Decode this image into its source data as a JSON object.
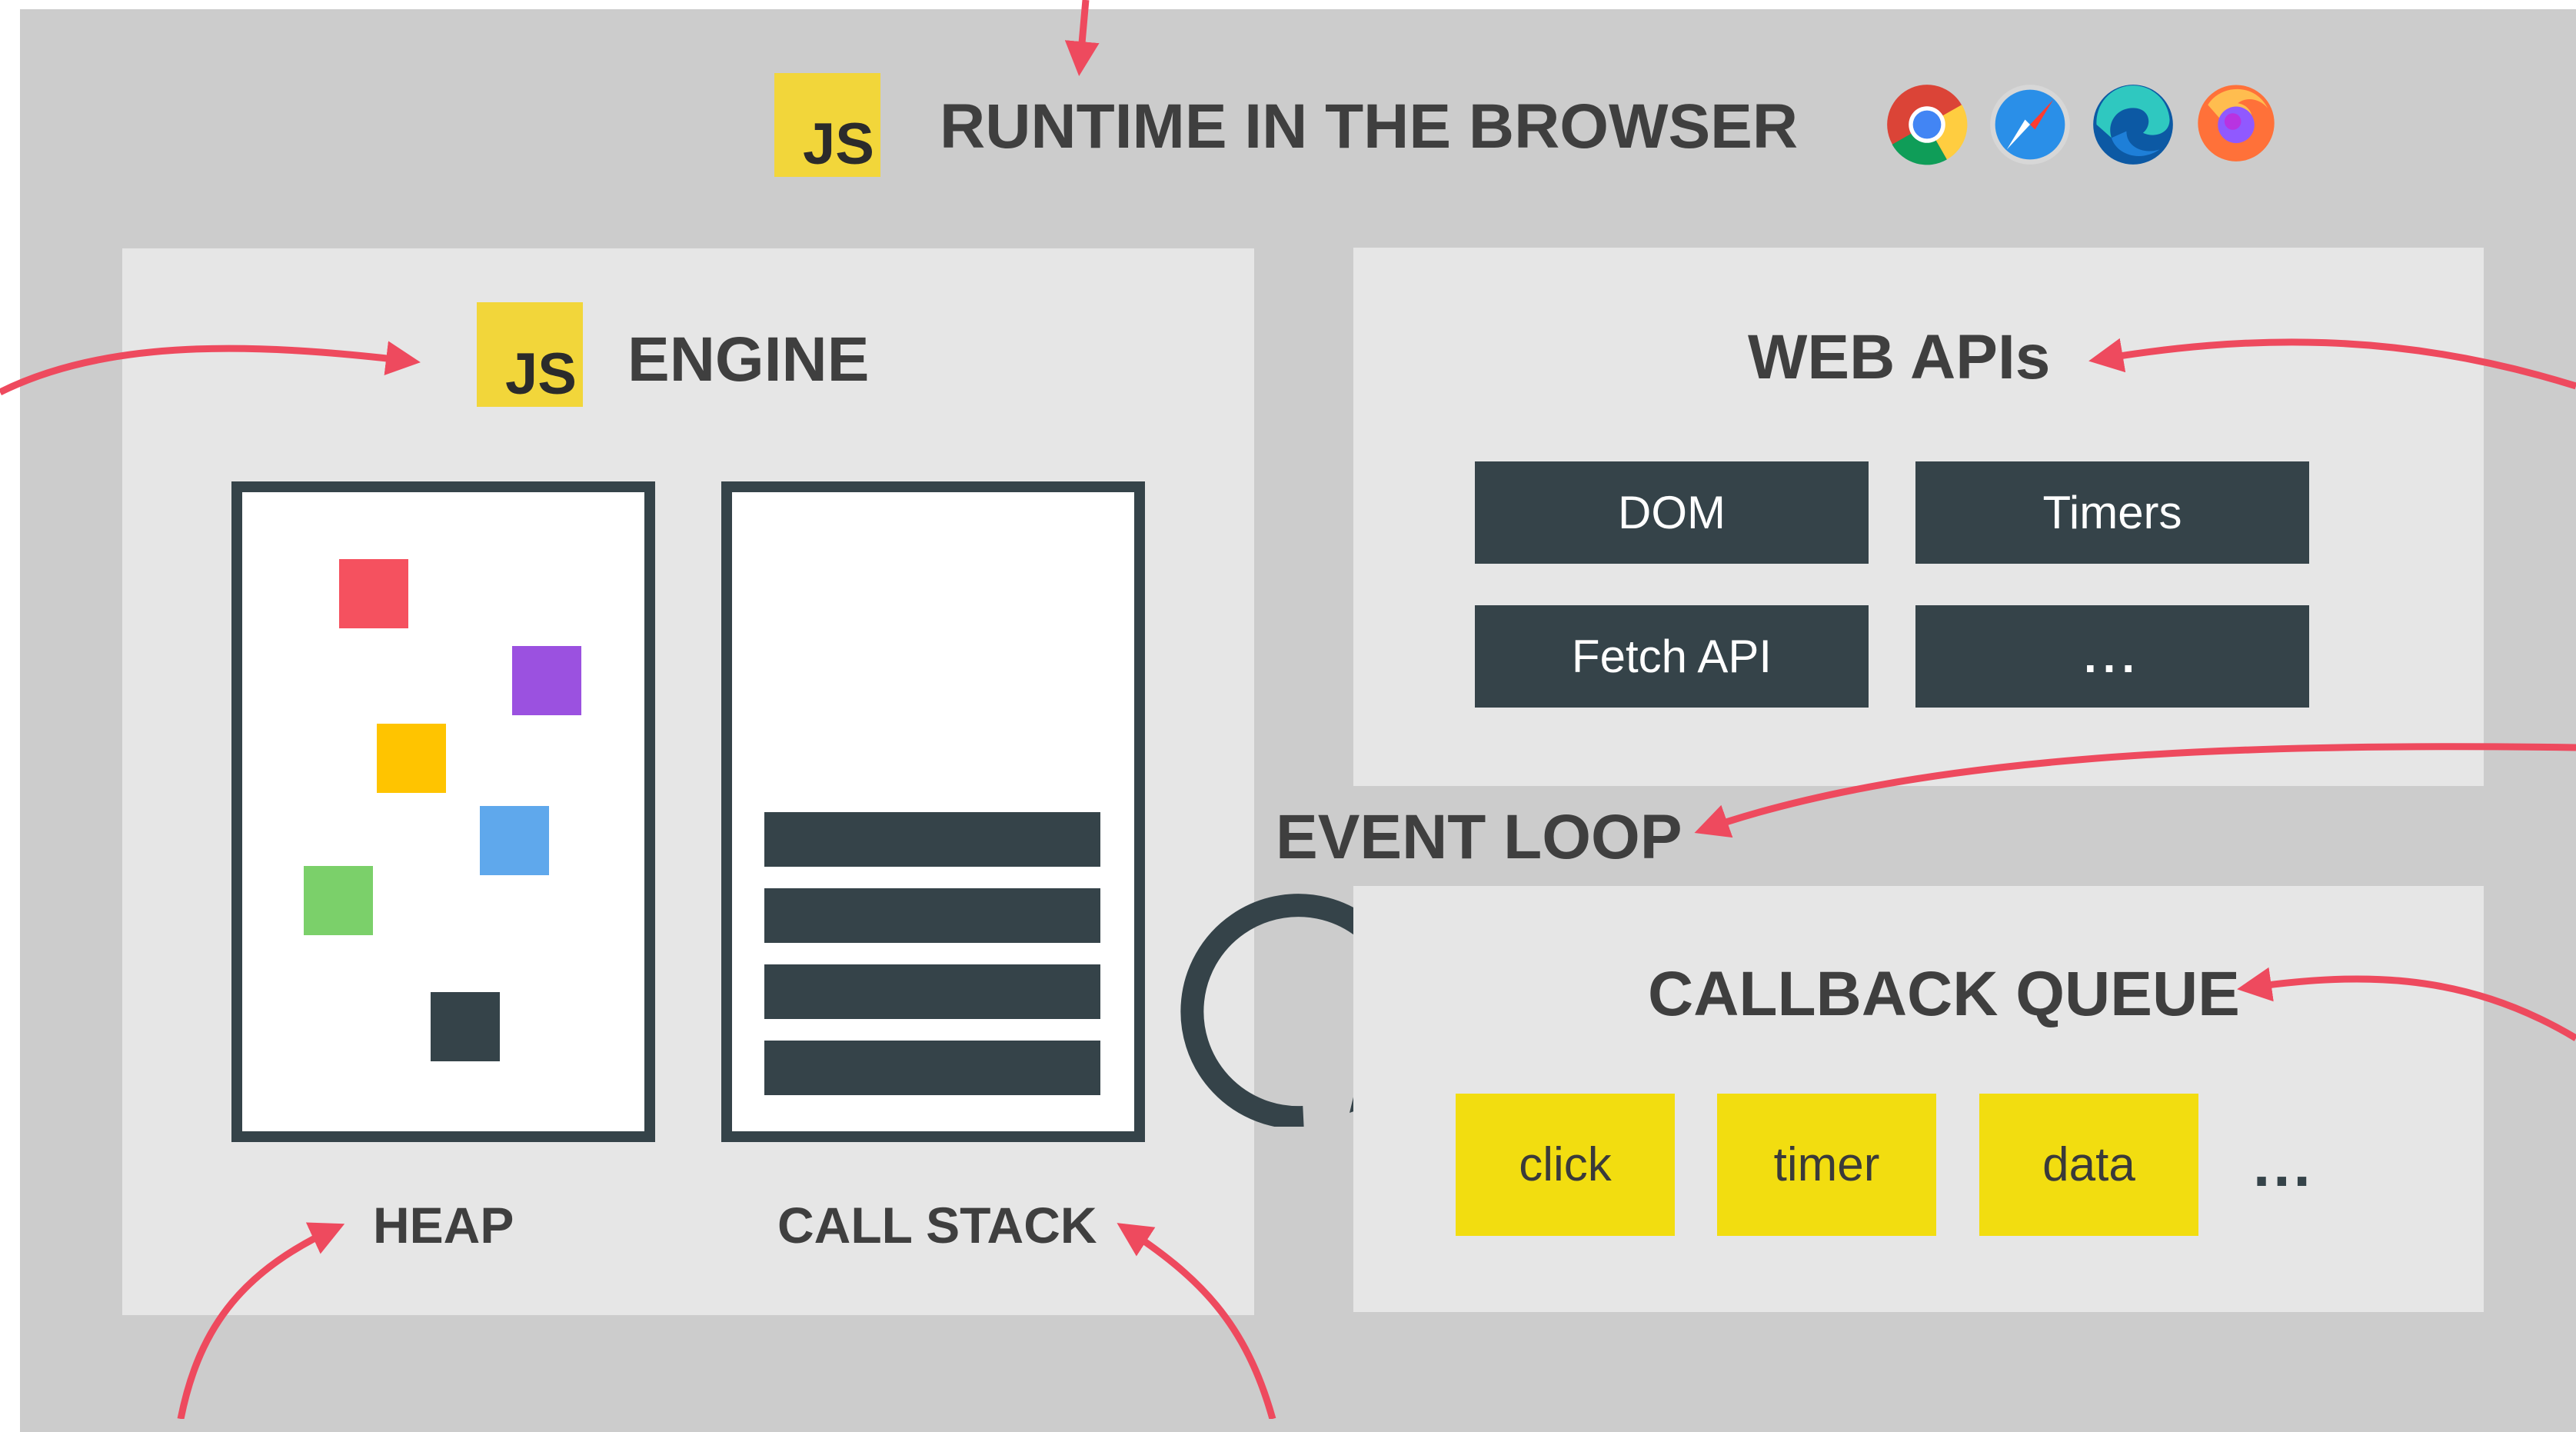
{
  "runtime": {
    "title": "RUNTIME IN THE BROWSER",
    "js_badge": "JS"
  },
  "browsers": [
    "chrome",
    "safari",
    "edge",
    "firefox"
  ],
  "engine": {
    "title": "ENGINE",
    "js_badge": "JS",
    "heap_label": "HEAP",
    "callstack_label": "CALL STACK"
  },
  "heap_items": [
    "#f5515f",
    "#9b51e0",
    "#ffc400",
    "#5fa8ec",
    "#7bd06a",
    "#354349"
  ],
  "web_apis": {
    "title": "WEB APIs",
    "items": [
      "DOM",
      "Timers",
      "Fetch API",
      "..."
    ]
  },
  "event_loop": {
    "title": "EVENT LOOP"
  },
  "callback_queue": {
    "title": "CALLBACK QUEUE",
    "items": [
      "click",
      "timer",
      "data"
    ],
    "more": "..."
  },
  "colors": {
    "arrow": "#ee4a5e",
    "dark": "#354349",
    "js_yellow": "#f2d63a",
    "callback_yellow": "#f2dd10"
  }
}
